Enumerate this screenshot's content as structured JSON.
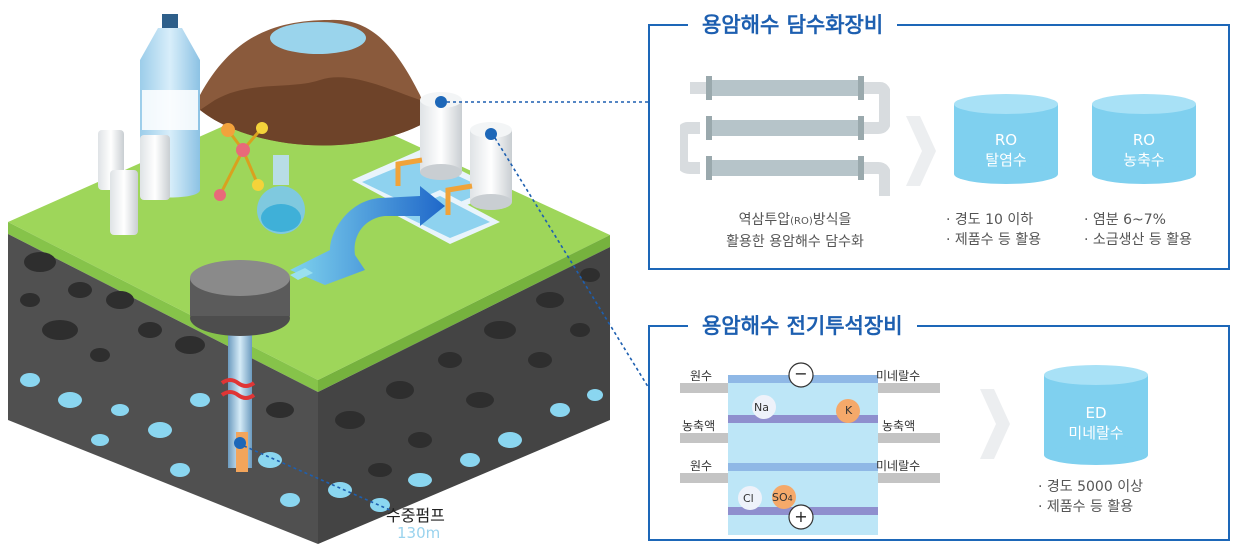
{
  "ro_panel": {
    "title": "용암해수 담수화장비",
    "desc_line1_a": "역삼투압",
    "desc_line1_sub": "(RO)",
    "desc_line1_b": "방식을",
    "desc_line2": "활용한 용암해수 담수화",
    "cyl1": {
      "line1": "RO",
      "line2": "탈염수"
    },
    "cyl2": {
      "line1": "RO",
      "line2": "농축수"
    },
    "note1": [
      "· 경도 10 이하",
      "· 제품수 등 활용"
    ],
    "note2": [
      "· 염분 6~7%",
      "· 소금생산 등 활용"
    ]
  },
  "ed_panel": {
    "title": "용암해수 전기투석장비",
    "left_labels": [
      "원수",
      "농축액",
      "원수"
    ],
    "right_labels": [
      "미네랄수",
      "농축액",
      "미네랄수"
    ],
    "ions": {
      "na": "Na",
      "k": "K",
      "cl": "Cl",
      "so4": "SO",
      "so4_sub": "4"
    },
    "minus": "−",
    "plus": "+",
    "cyl": {
      "line1": "ED",
      "line2": "미네랄수"
    },
    "notes": [
      "· 경도 5000 이상",
      "· 제품수 등 활용"
    ]
  },
  "pump": {
    "label": "수중펌프",
    "depth": "130m"
  },
  "colors": {
    "accent": "#1d67b8",
    "cylinder": "#7fd0ef",
    "grass": "#9ed65a",
    "rock": "#4a4a4a",
    "water": "#8ad6f0"
  }
}
